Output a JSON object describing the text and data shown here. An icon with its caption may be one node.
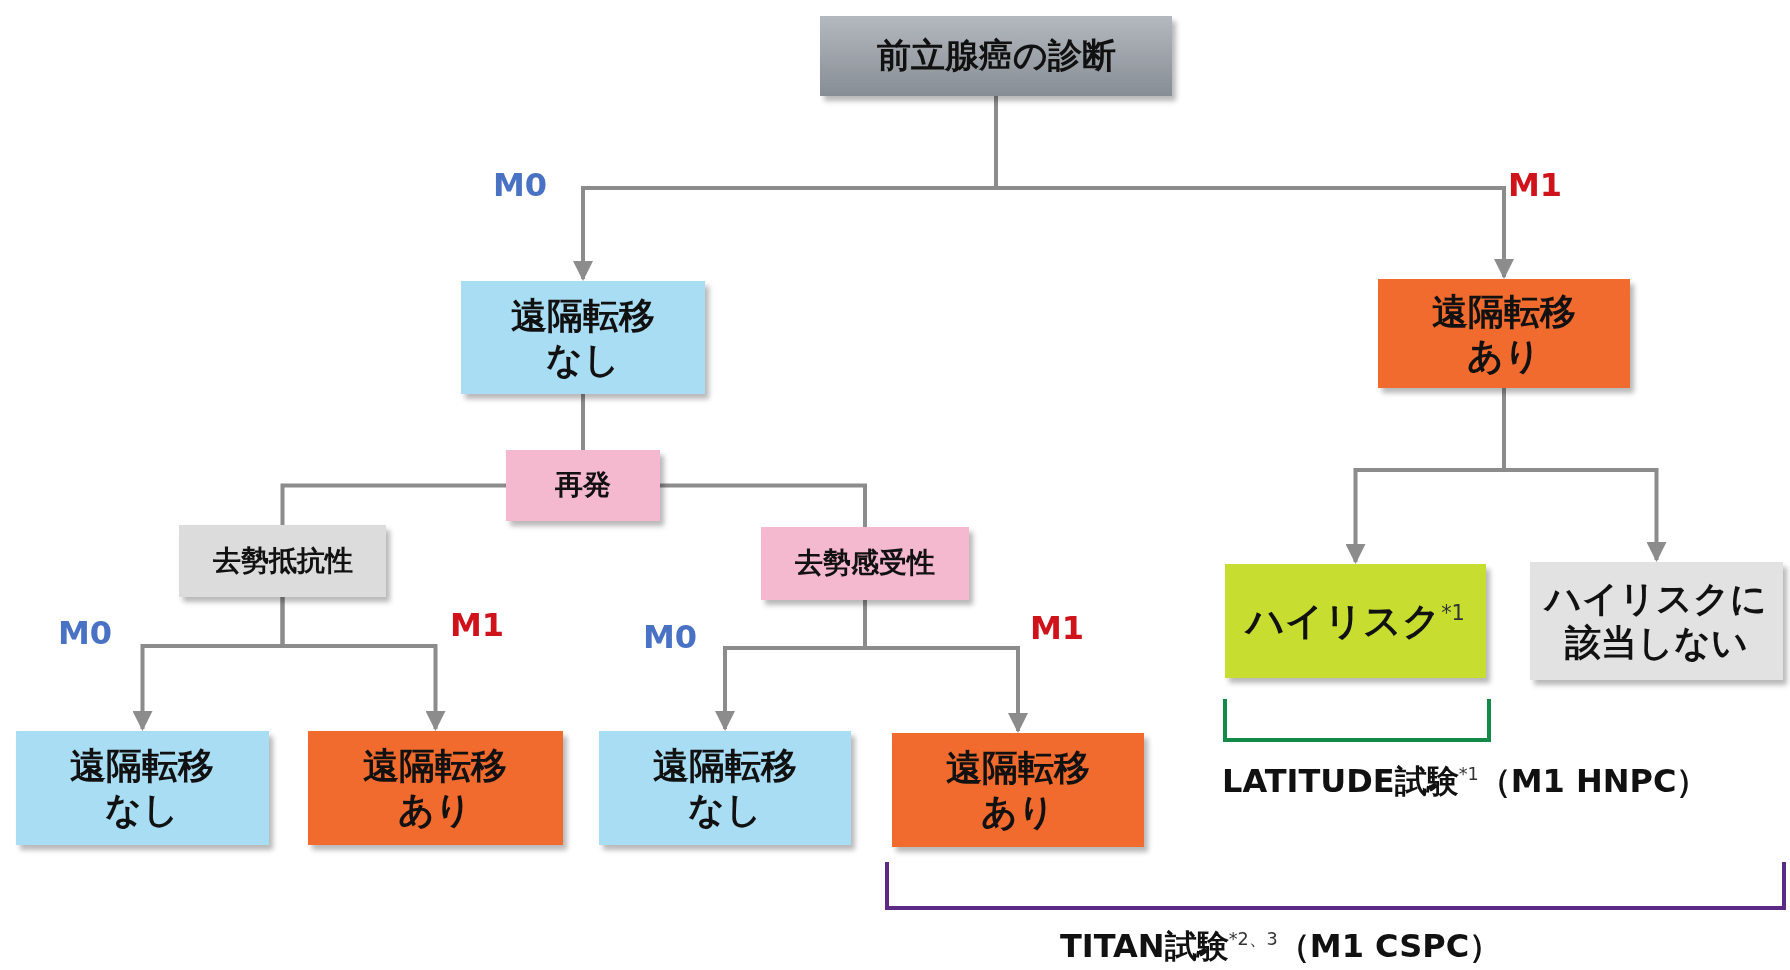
{
  "diagram": {
    "nodes": [
      {
        "text": [
          "前立腺癌の診断"
        ]
      },
      {
        "text": [
          "遠隔転移なし"
        ]
      },
      {
        "text": [
          "遠隔転移あり"
        ]
      },
      {
        "text": [
          "再発"
        ]
      },
      {
        "text": [
          "去勢抵抗性"
        ]
      },
      {
        "text": [
          "去勢感受性"
        ]
      },
      {
        "text": [
          "遠隔転移なし"
        ]
      },
      {
        "text": [
          "遠隔転移あり"
        ]
      },
      {
        "text": [
          "遠隔転移なし"
        ]
      },
      {
        "text": [
          "遠隔転移あり"
        ]
      },
      {
        "text": [
          "ハイリスク$^{*1}$"
        ]
      },
      {
        "text": [
          "ハイリスクに該当しない"
        ]
      }
    ],
    "edges": [
      {
        "from": 0,
        "to": 1,
        "arrow": "to",
        "label": "M0"
      },
      {
        "from": 0,
        "to": 2,
        "arrow": "to",
        "label": "M1"
      },
      {
        "from": 1,
        "to": 3,
        "arrow": "none"
      },
      {
        "from": 3,
        "to": 4,
        "arrow": "none"
      },
      {
        "from": 3,
        "to": 5,
        "arrow": "none"
      },
      {
        "from": 4,
        "to": 6,
        "arrow": "to",
        "label": "M0"
      },
      {
        "from": 4,
        "to": 7,
        "arrow": "to",
        "label": "M1"
      },
      {
        "from": 5,
        "to": 8,
        "arrow": "to",
        "label": "M0"
      },
      {
        "from": 5,
        "to": 9,
        "arrow": "to",
        "label": "M1"
      },
      {
        "from": 2,
        "to": 10,
        "arrow": "to"
      },
      {
        "from": 2,
        "to": 11,
        "arrow": "to"
      }
    ],
    "labels": [
      "LATITUDE試験$^{*1}$（M1 HNPC）",
      "TITAN試験$^{*2、3}$（M1 CSPC）"
    ]
  }
}
